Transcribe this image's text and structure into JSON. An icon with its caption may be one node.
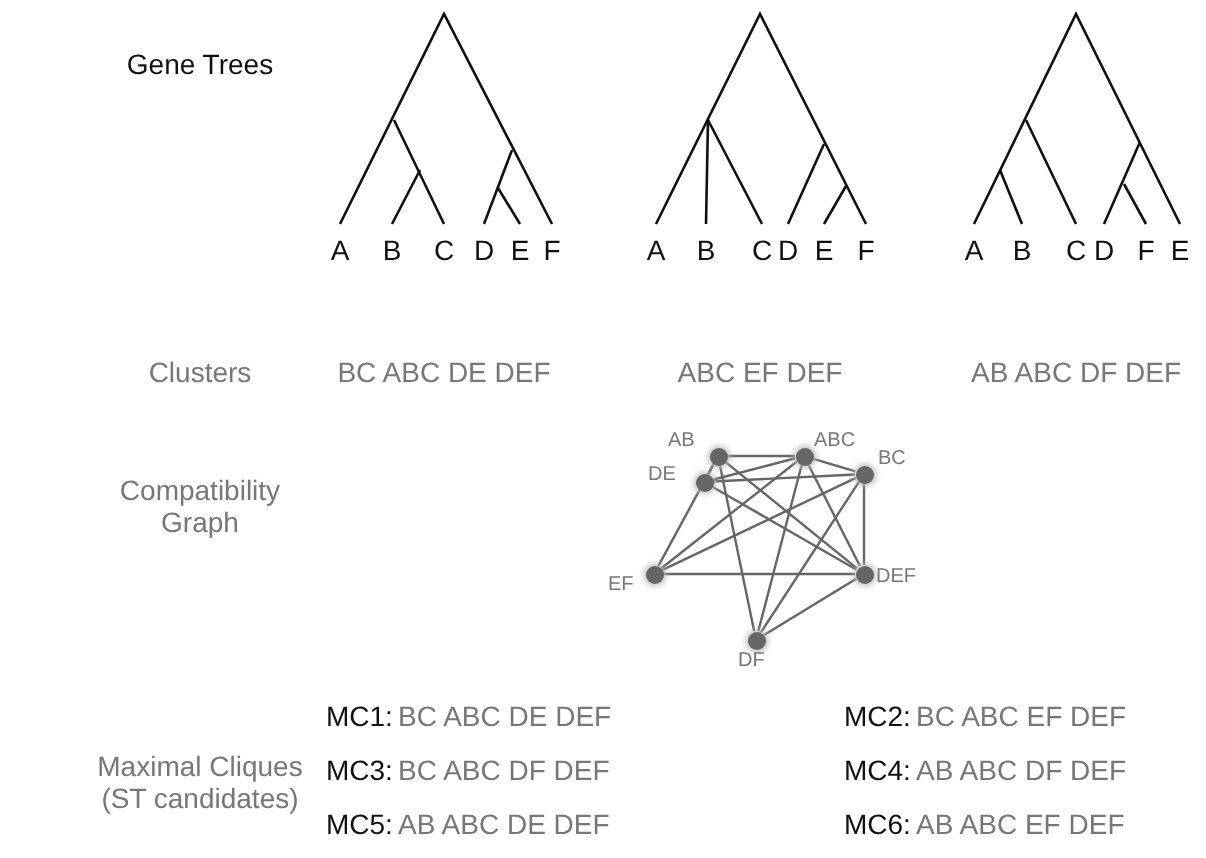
{
  "diagram": {
    "nodes": [
      {
        "text": [],
        "shape": "circle",
        "beside": [
          "AB"
        ]
      },
      {
        "text": [],
        "shape": "circle",
        "beside": [
          "ABC"
        ]
      },
      {
        "text": [],
        "shape": "circle",
        "beside": [
          "DE"
        ]
      },
      {
        "text": [],
        "shape": "circle",
        "beside": [
          "BC"
        ]
      },
      {
        "text": [],
        "shape": "circle",
        "beside": [
          "EF"
        ]
      },
      {
        "text": [],
        "shape": "circle",
        "beside": [
          "DEF"
        ]
      },
      {
        "text": [],
        "shape": "circle",
        "beside": [
          "DF"
        ]
      }
    ],
    "edges": [
      {
        "from": 0,
        "to": 1,
        "arrow": "none"
      },
      {
        "from": 0,
        "to": 2,
        "arrow": "none"
      },
      {
        "from": 0,
        "to": 5,
        "arrow": "none"
      },
      {
        "from": 0,
        "to": 6,
        "arrow": "none"
      },
      {
        "from": 0,
        "to": 4,
        "arrow": "none"
      },
      {
        "from": 1,
        "to": 3,
        "arrow": "none"
      },
      {
        "from": 1,
        "to": 2,
        "arrow": "none"
      },
      {
        "from": 1,
        "to": 5,
        "arrow": "none"
      },
      {
        "from": 1,
        "to": 6,
        "arrow": "none"
      },
      {
        "from": 1,
        "to": 4,
        "arrow": "none"
      },
      {
        "from": 3,
        "to": 2,
        "arrow": "none"
      },
      {
        "from": 3,
        "to": 5,
        "arrow": "none"
      },
      {
        "from": 3,
        "to": 6,
        "arrow": "none"
      },
      {
        "from": 3,
        "to": 4,
        "arrow": "none"
      },
      {
        "from": 2,
        "to": 5,
        "arrow": "none"
      },
      {
        "from": 6,
        "to": 5,
        "arrow": "none"
      },
      {
        "from": 4,
        "to": 5,
        "arrow": "none"
      }
    ],
    "labels": [
      "Gene Trees",
      "A",
      "B",
      "C",
      "D",
      "E",
      "F",
      "A",
      "B",
      "C",
      "D",
      "E",
      "F",
      "A",
      "B",
      "C",
      "D",
      "F",
      "E",
      "Clusters",
      "BC ABC DE DEF",
      "ABC EF DEF",
      "AB ABC DF DEF",
      "Compatibility Graph",
      "MC1:",
      "BC ABC DE DEF",
      "MC2:",
      "BC ABC EF DEF",
      "Maximal Cliques (ST candidates)",
      "MC3:",
      "BC ABC DF DEF",
      "MC4:",
      "AB ABC DF DEF",
      "MC5:",
      "AB ABC DE DEF",
      "MC6:",
      "AB ABC EF DEF"
    ]
  }
}
